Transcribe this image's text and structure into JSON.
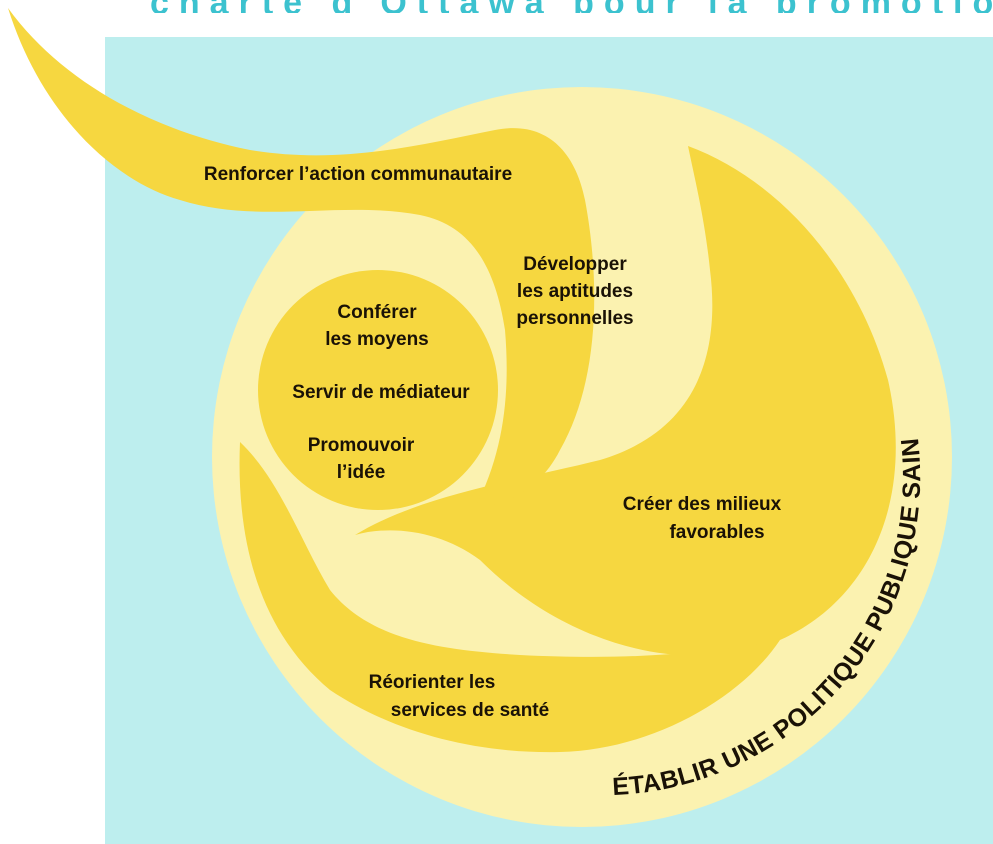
{
  "header": {
    "title_fragment": "charte d'Ottawa pour la promotion de la santé"
  },
  "labels": {
    "community_action": "Renforcer l’action communautaire",
    "personal_skills": [
      "Développer",
      "les aptitudes",
      "personnelles"
    ],
    "enable": [
      "Conférer",
      "les moyens"
    ],
    "mediate": "Servir de médiateur",
    "advocate": [
      "Promouvoir",
      "l’idée"
    ],
    "environments": [
      "Créer des milieux",
      "favorables"
    ],
    "health_services": [
      "Réorienter les",
      "services de santé"
    ],
    "public_policy": "ÉTABLIR UNE POLITIQUE PUBLIQUE SAINE"
  },
  "colors": {
    "background_panel": "#bdeeee",
    "outer_disc": "#fbf2b0",
    "swirl": "#f6d740",
    "header_text": "#3cc2cf",
    "label_text": "#1a1206"
  }
}
